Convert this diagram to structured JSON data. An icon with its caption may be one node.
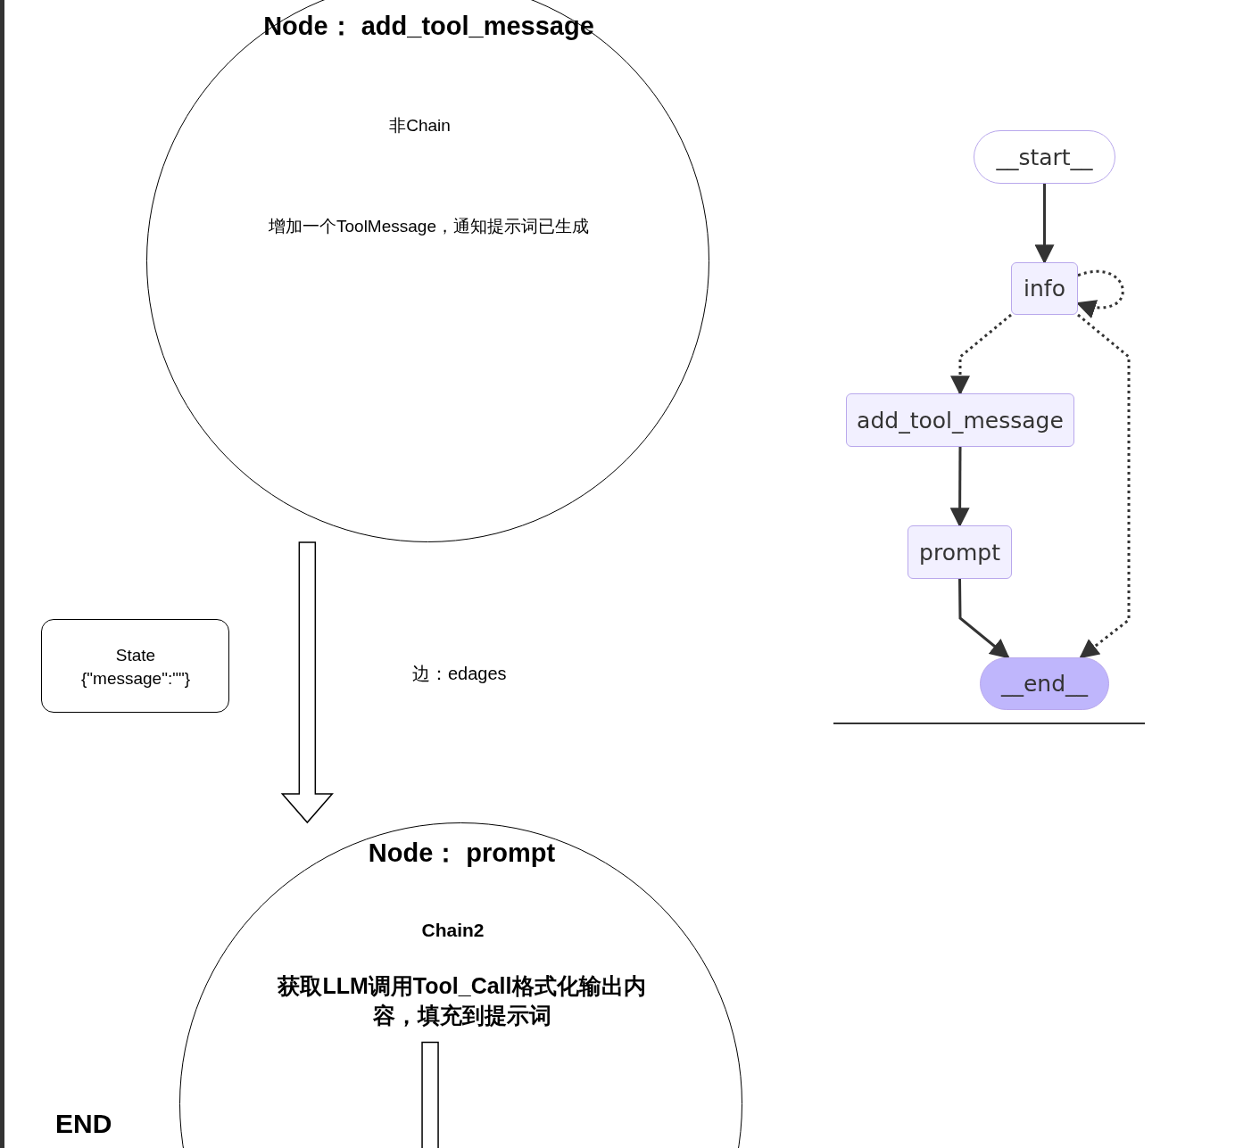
{
  "diagram": {
    "nodes": [
      {
        "text": [
          "Node： add_tool_message",
          "非Chain",
          "增加一个ToolMessage，通知提示词已生成"
        ]
      },
      {
        "text": [
          "State {\"message\":\"\"}"
        ]
      },
      {
        "text": [
          "Node： prompt",
          "Chain2",
          "获取LLM调用Tool_Call格式化输出内容，填充到提示词"
        ]
      },
      {
        "text": [
          "__start__"
        ]
      },
      {
        "text": [
          "info"
        ]
      },
      {
        "text": [
          "add_tool_message"
        ]
      },
      {
        "text": [
          "prompt"
        ]
      },
      {
        "text": [
          "__end__"
        ]
      }
    ],
    "edges": [
      {
        "from": 0,
        "to": 2,
        "arrow": "to",
        "style": "thick"
      },
      {
        "from": 2,
        "to": null,
        "arrow": "none",
        "style": "thick"
      },
      {
        "from": 3,
        "to": 4,
        "arrow": "to"
      },
      {
        "from": 4,
        "to": 4,
        "arrow": "to",
        "style": "dashed"
      },
      {
        "from": 4,
        "to": 5,
        "arrow": "to",
        "style": "dashed"
      },
      {
        "from": 4,
        "to": 7,
        "arrow": "to",
        "style": "dashed"
      },
      {
        "from": 5,
        "to": 6,
        "arrow": "to"
      },
      {
        "from": 6,
        "to": 7,
        "arrow": "to"
      }
    ],
    "labels": [
      "边：edages",
      "END"
    ]
  }
}
